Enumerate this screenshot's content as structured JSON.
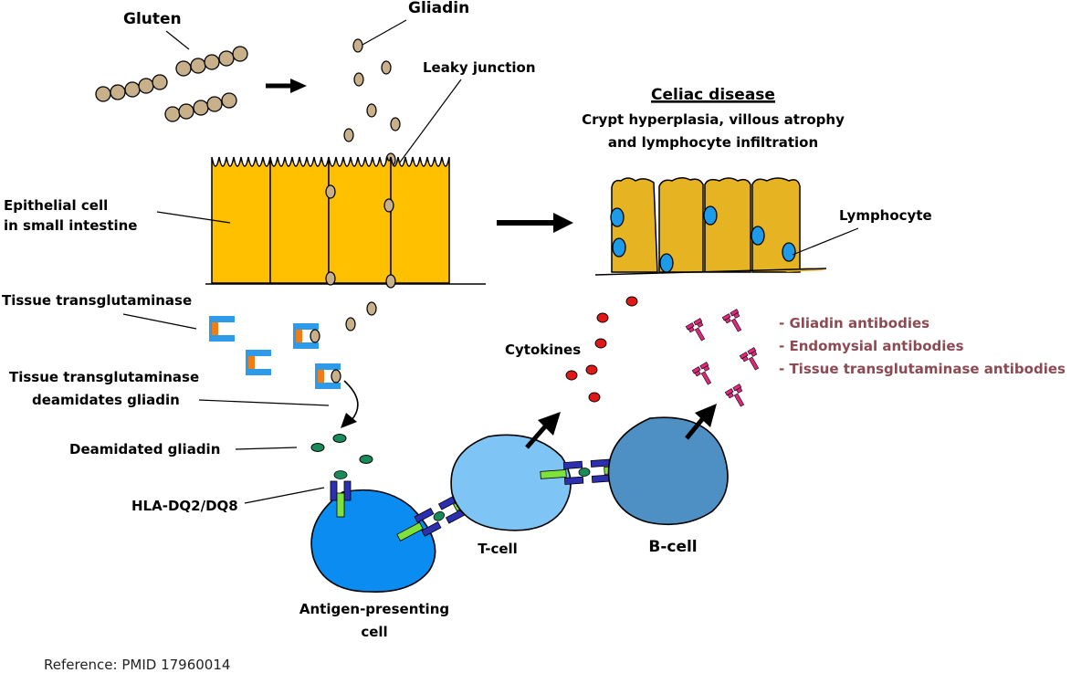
{
  "labels": {
    "gluten": "Gluten",
    "gliadin": "Gliadin",
    "leaky_junction": "Leaky junction",
    "epithelial_line1": "Epithelial cell",
    "epithelial_line2": "in small intestine",
    "celiac_title": "Celiac disease",
    "celiac_sub1": "Crypt hyperplasia, villous atrophy",
    "celiac_sub2": "and lymphocyte infiltration",
    "lymphocyte": "Lymphocyte",
    "tissue_tg": "Tissue transglutaminase",
    "tg_deamidates_line1": "Tissue transglutaminase",
    "tg_deamidates_line2": "deamidates gliadin",
    "deamidated_gliadin": "Deamidated gliadin",
    "hla": "HLA-DQ2/DQ8",
    "cytokines": "Cytokines",
    "t_cell": "T-cell",
    "b_cell": "B-cell",
    "apc_line1": "Antigen-presenting",
    "apc_line2": "cell"
  },
  "antibodies": [
    "- Gliadin antibodies",
    "- Endomysial antibodies",
    "- Tissue transglutaminase antibodies"
  ],
  "reference": "Reference: PMID 17960014",
  "colors": {
    "gluten_bead": "#c8b08a",
    "epithelium": "#ffc000",
    "epithelium_diseased": "#e6b422",
    "lymphocyte": "#1e9be8",
    "transglutaminase": "#2e9be8",
    "tg_active_site": "#f07c16",
    "deamidated_gliadin": "#1a8a5a",
    "hla_blue": "#2b2fb0",
    "hla_green": "#7fe23a",
    "apc": "#0a8cf0",
    "t_cell": "#7ec4f4",
    "b_cell": "#4e90c4",
    "cytokine": "#e01818",
    "antibody": "#e0277f",
    "antibody_text": "#8c4a53"
  }
}
